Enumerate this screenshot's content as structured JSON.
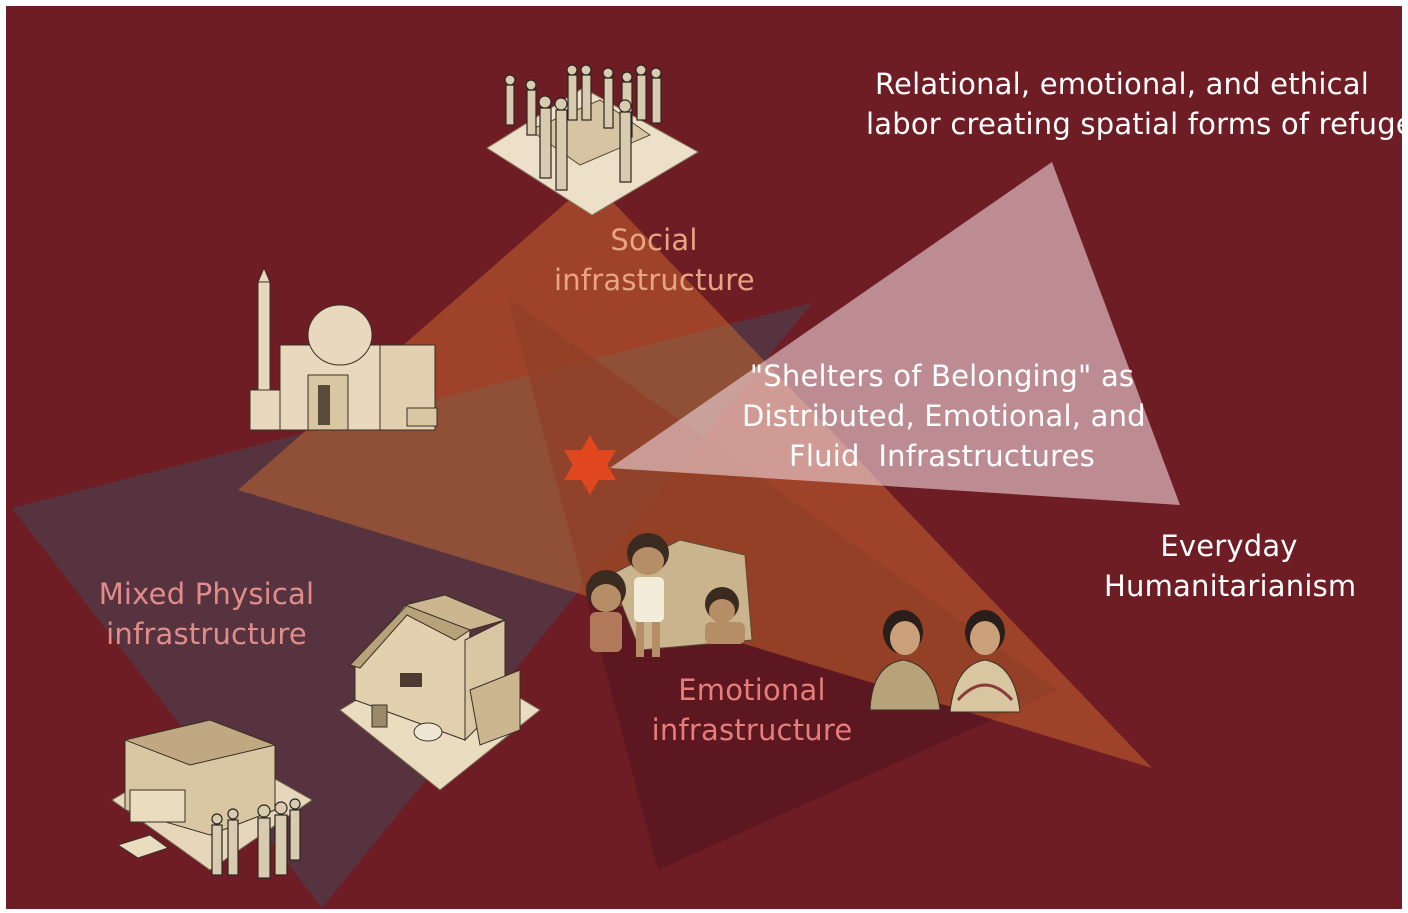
{
  "labels": {
    "relational": "Relational, emotional, and ethical labor creating spatial forms of refuge",
    "relational_line1": "Relational, emotional, and ethical",
    "relational_line2": "labor creating spatial forms of refuge",
    "social_line1": "Social",
    "social_line2": "infrastructure",
    "shelters_line1": "\"Shelters of Belonging\" as",
    "shelters_line2": "Distributed, Emotional, and",
    "shelters_line3": "Fluid  Infrastructures",
    "everyday_line1": "Everyday",
    "everyday_line2": "Humanitarianism",
    "mixed_line1": "Mixed Physical",
    "mixed_line2": "infrastructure",
    "emotional_line1": "Emotional",
    "emotional_line2": "infrastructure"
  },
  "colors": {
    "background": "#6f1d25",
    "social_triangle": "#c9602e",
    "relational_triangle": "#f0d4dc",
    "mixed_triangle": "#4a3a4a",
    "emotional_triangle": "#5e1820",
    "star": "#e0471e",
    "illustration": "#e8d8bd"
  },
  "icons": {
    "center": "star-icon",
    "meeting": "group-meeting-illustration",
    "mosque": "mosque-illustration",
    "house": "house-illustration",
    "shop": "shop-illustration",
    "children": "children-illustration",
    "women": "women-illustration"
  }
}
